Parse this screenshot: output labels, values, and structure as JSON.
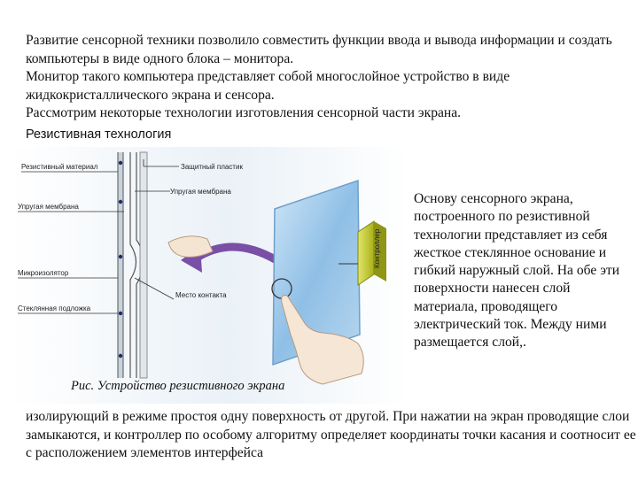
{
  "intro_lines": [
    "Развитие сенсорной техники позволило совместить функции ввода  и вывода информации и создать компьютеры в виде одного блока – монитора.",
    "Монитор такого компьютера представляет собой многослойное устройство в виде жидкокристаллического экрана и сенсора.",
    "Рассмотрим некоторые технологии изготовления сенсорной части экрана."
  ],
  "subheading": "Резистивная технология",
  "figure": {
    "labels": {
      "resistive_material": "Резистивный материал",
      "protective_plastic": "Защитный пластик",
      "elastic_membrane_right": "Упругая мембрана",
      "elastic_membrane_left": "Упругая мембрана",
      "microinsulator": "Микроизолятор",
      "glass_substrate": "Стеклянная подложка",
      "contact_point": "Место контакта",
      "controller": "Контроллер"
    },
    "caption": "Рис. Устройство резистивного экрана"
  },
  "side_text": "Основу сенсорного экрана, построенного по резистивной технологии представляет из себя жесткое стеклянное основание и гибкий наружный слой. На обе эти поверхности нанесен слой материала, проводящего электрический ток. Между ними размещается слой,.",
  "bottom_text": "изолирующий в режиме простоя одну поверхность от другой. При нажатии на экран проводящие слои замыкаются, и контроллер по особому алгоритму определяет координаты точки касания и соотносит ее с расположением элементов интерфейса",
  "colors": {
    "arrow": "#7a4fa6",
    "screen": "#8fbfe6",
    "controller": "#c9cf2a",
    "background_figure": "#eef3f8"
  }
}
